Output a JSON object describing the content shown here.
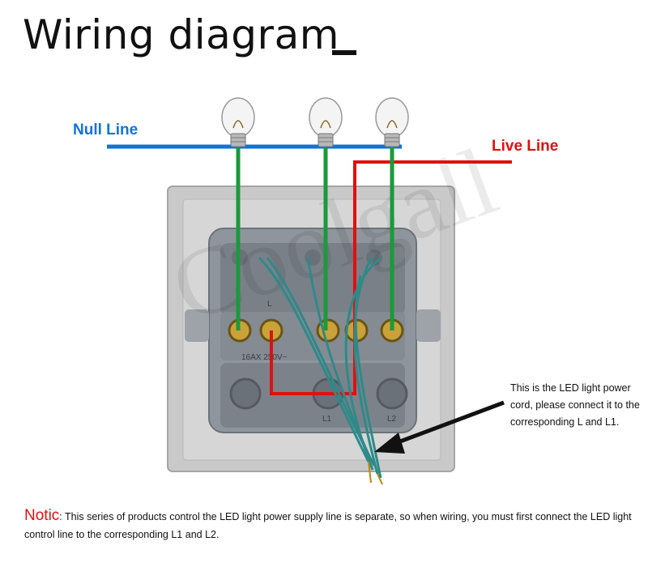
{
  "title": "Wiring diagram",
  "lines": {
    "null_label": "Null Line",
    "live_label": "Live Line",
    "null_color": "#1173d4",
    "live_color": "#e01010",
    "load_wire_color": "#1a9a3a"
  },
  "watermark": "Coolgall",
  "switch_markings": {
    "rating": "16AX 250V~",
    "terminal_l": "L",
    "terminal_l1": "L1",
    "terminal_l2": "L2"
  },
  "callout": {
    "text": "This is the LED light power cord, please connect it to the corresponding L and L1."
  },
  "notice": {
    "label": "Notic",
    "text": ": This series of products control the LED light power supply line is separate, so when wiring, you must first connect the LED light control line to the corresponding L1 and L2."
  }
}
